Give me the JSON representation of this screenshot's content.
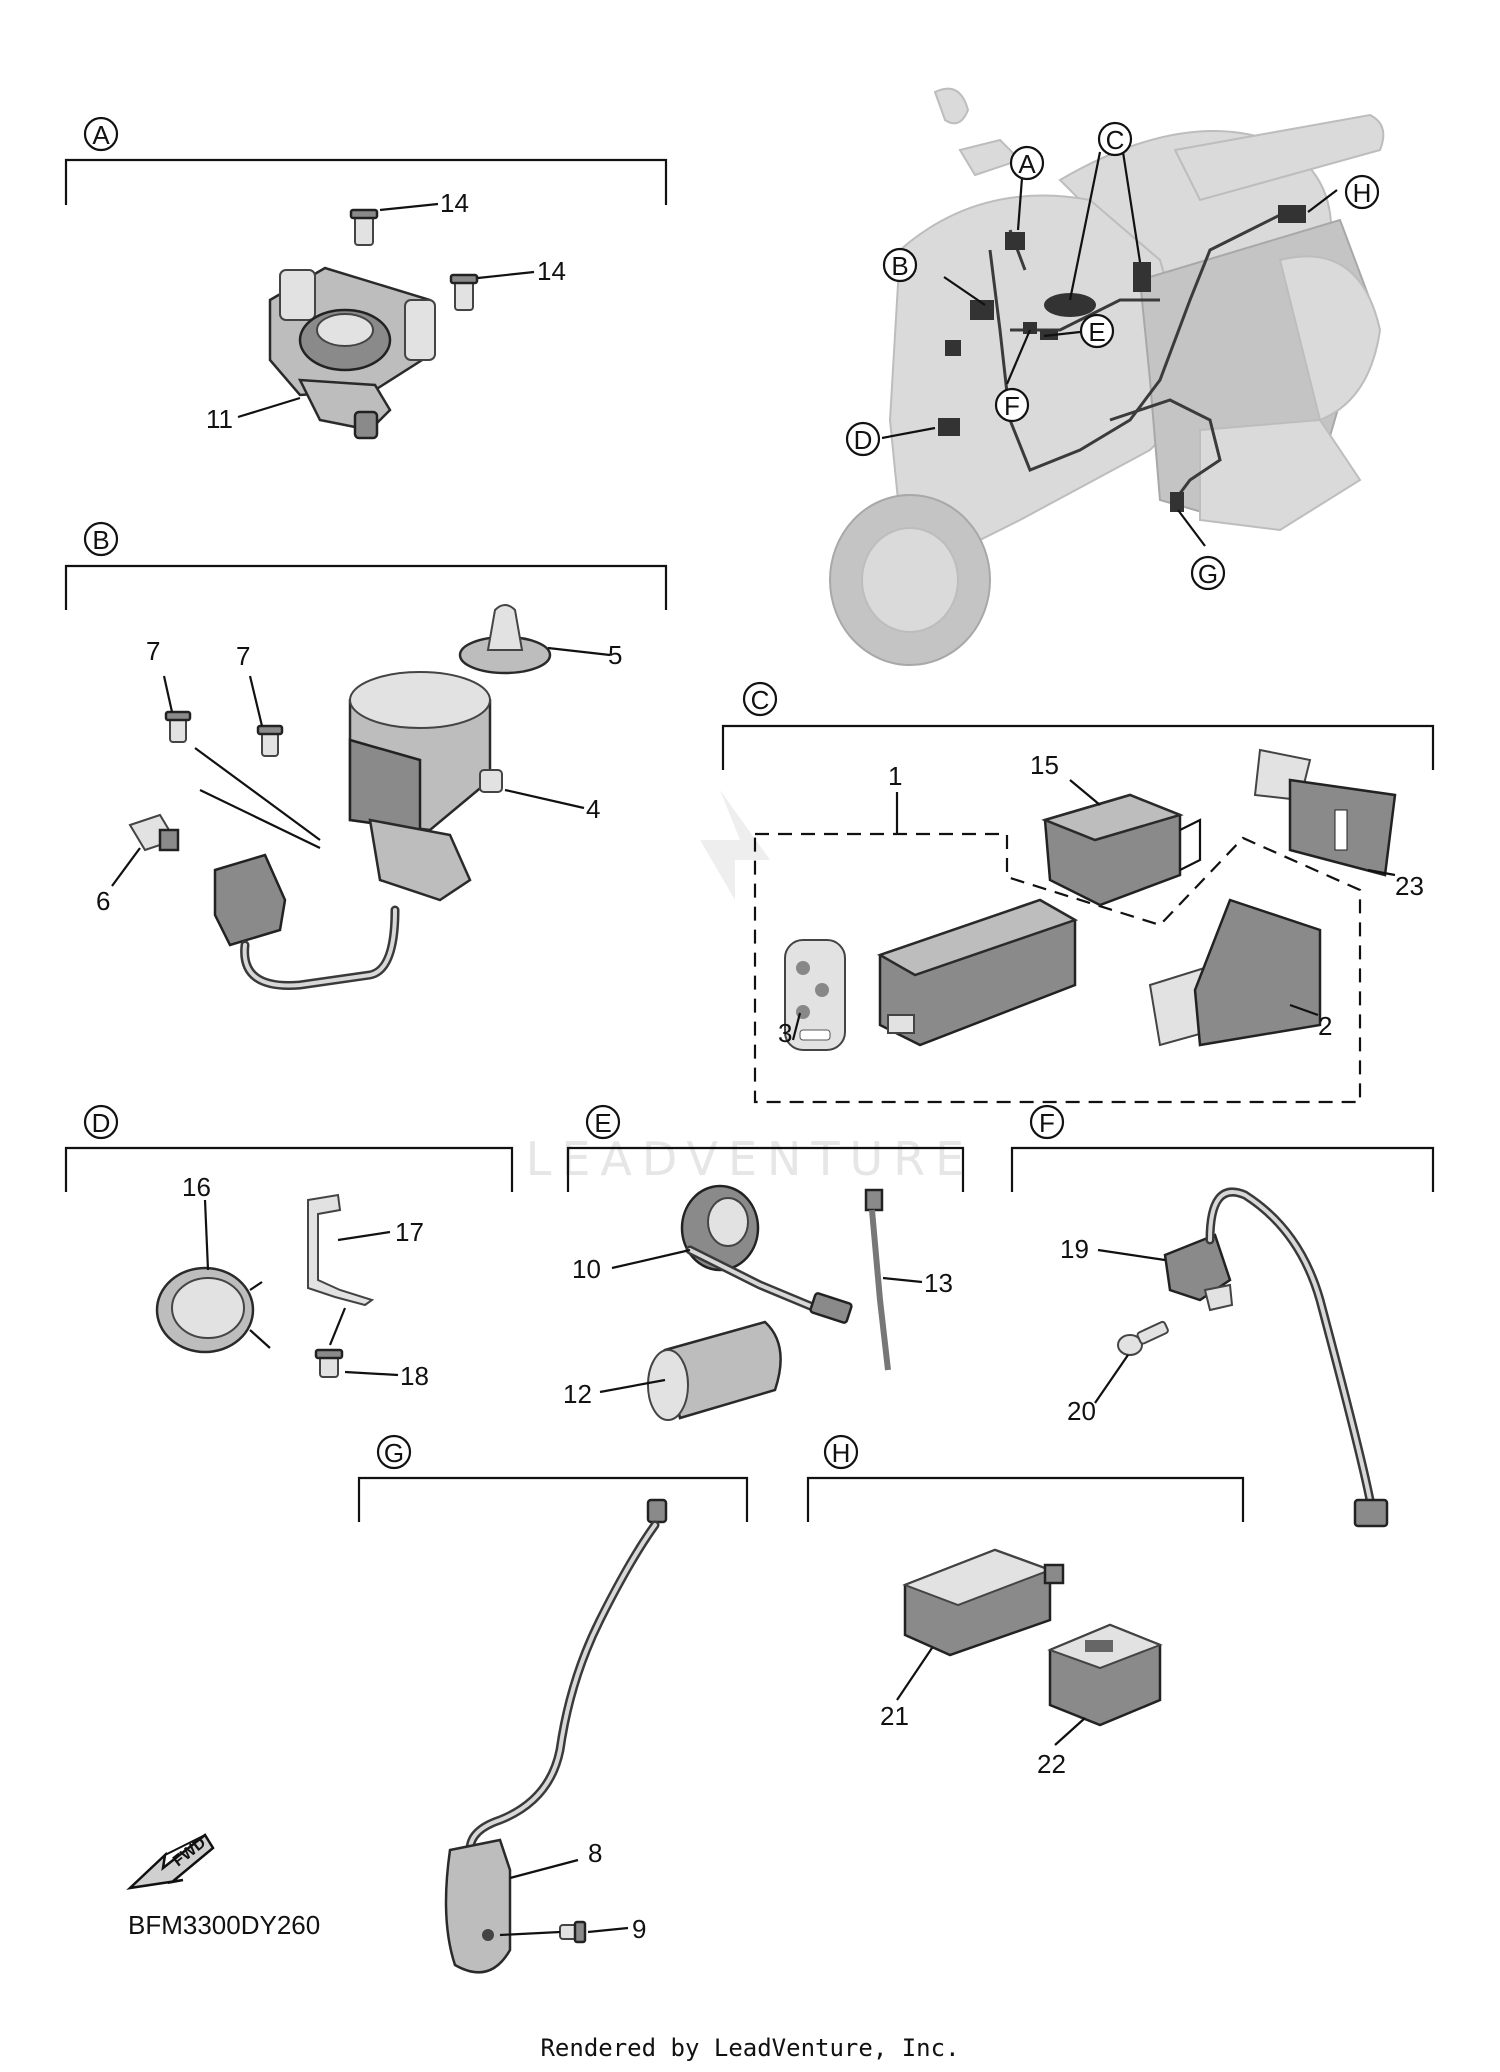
{
  "sections": {
    "A": "A",
    "B": "B",
    "C": "C",
    "D": "D",
    "E": "E",
    "F": "F",
    "G": "G",
    "H": "H"
  },
  "parts": {
    "p1": "1",
    "p2": "2",
    "p3": "3",
    "p4": "4",
    "p5": "5",
    "p6": "6",
    "p7a": "7",
    "p7b": "7",
    "p8": "8",
    "p9": "9",
    "p10": "10",
    "p11": "11",
    "p12": "12",
    "p13": "13",
    "p14a": "14",
    "p14b": "14",
    "p15": "15",
    "p16": "16",
    "p17": "17",
    "p18": "18",
    "p19": "19",
    "p20": "20",
    "p21": "21",
    "p22": "22",
    "p23": "23"
  },
  "fwd_label": "FWD",
  "diagram_code": "BFM3300DY260",
  "watermark": "LEADVENTURE",
  "footer": "Rendered by LeadVenture, Inc."
}
